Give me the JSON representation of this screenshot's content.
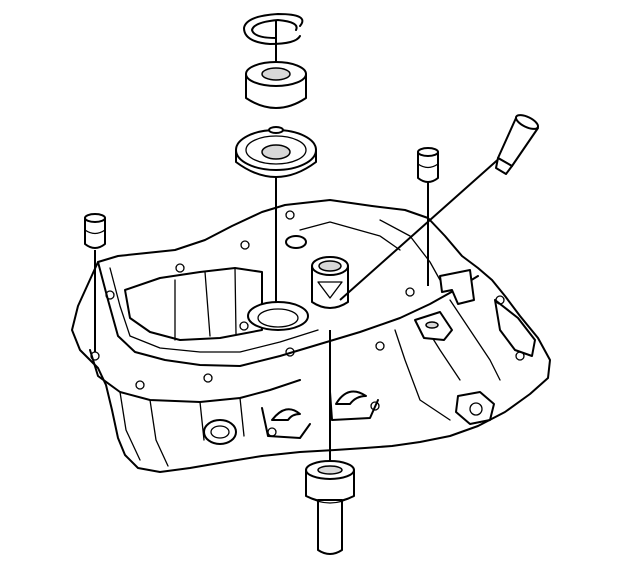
{
  "diagram": {
    "parts": [
      {
        "id": "snap-ring",
        "icon": "snap-ring-icon"
      },
      {
        "id": "bearing",
        "icon": "bearing-icon"
      },
      {
        "id": "seal",
        "icon": "seal-icon"
      },
      {
        "id": "dowel-pin-left",
        "icon": "dowel-pin-icon"
      },
      {
        "id": "dowel-pin-right",
        "icon": "dowel-pin-icon"
      },
      {
        "id": "bolt",
        "icon": "bolt-icon"
      },
      {
        "id": "installer-tool",
        "icon": "installer-tool-icon"
      },
      {
        "id": "transaxle-case",
        "icon": "transaxle-case-icon"
      }
    ],
    "colors": {
      "line": "#000000",
      "background": "#ffffff",
      "shading": "#d8d8d8"
    }
  }
}
